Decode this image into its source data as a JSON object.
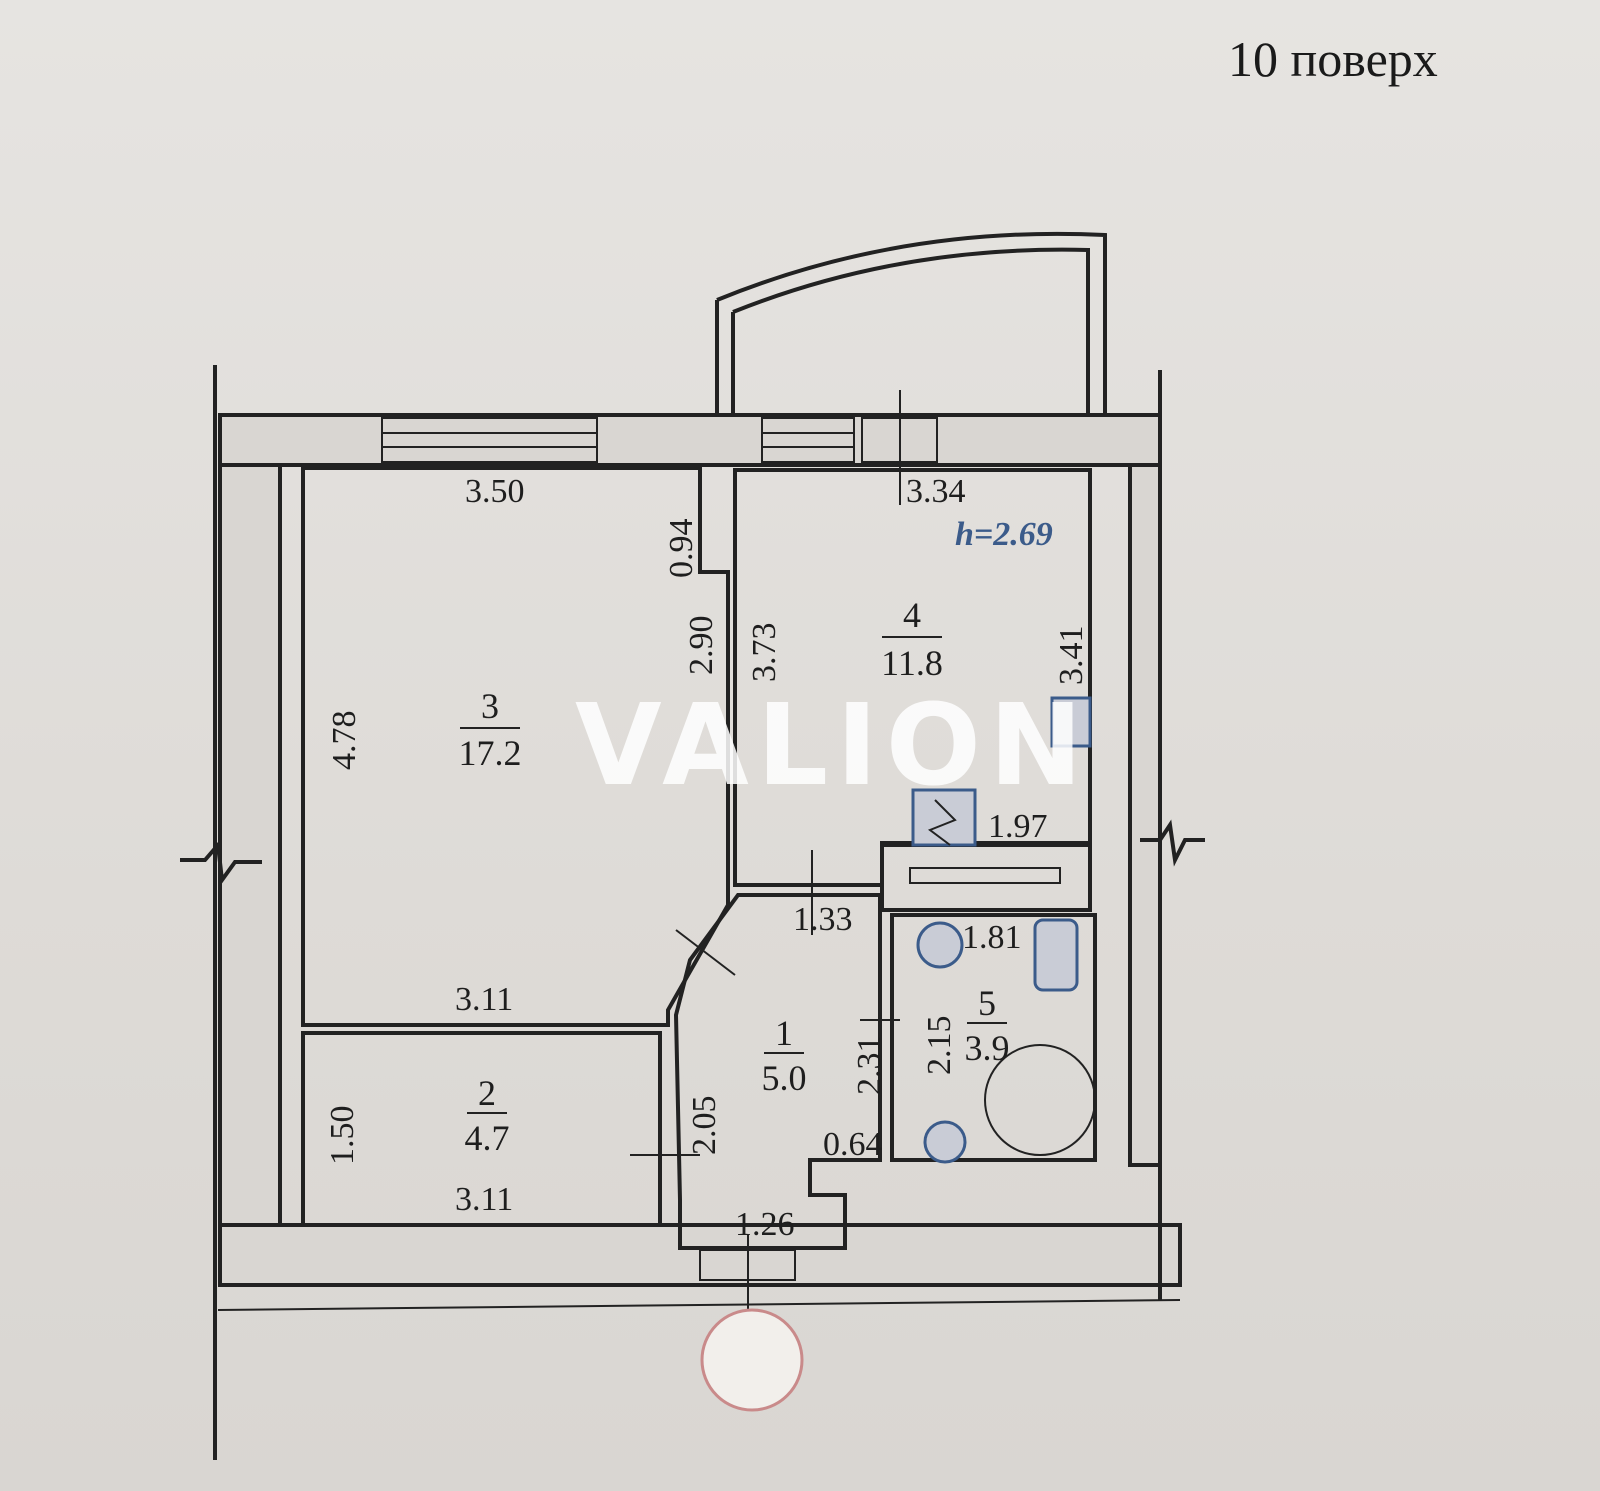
{
  "floor_label": "10 поверх",
  "watermark": "VALION",
  "ceiling_height": "h=2.69",
  "rooms": [
    {
      "number": "1",
      "area": "5.0"
    },
    {
      "number": "2",
      "area": "4.7"
    },
    {
      "number": "3",
      "area": "17.2"
    },
    {
      "number": "4",
      "area": "11.8"
    },
    {
      "number": "5",
      "area": "3.9"
    }
  ],
  "dimensions": {
    "room3_top": "3.50",
    "room3_left": "4.78",
    "room3_bottom": "3.11",
    "room3_notch": "0.94",
    "room3_right": "2.90",
    "room4_top": "3.34",
    "room4_left": "3.73",
    "room4_right": "3.41",
    "kitchen_unit": "1.97",
    "hall_top": "1.33",
    "bath_top": "1.81",
    "bath_left": "2.15",
    "hall_right": "2.31",
    "hall_left": "2.05",
    "hall_niche": "0.64",
    "hall_bottom": "1.26",
    "room2_left": "1.50",
    "room2_bottom": "3.11"
  },
  "colors": {
    "annotation_blue": "#3b5b8a"
  }
}
